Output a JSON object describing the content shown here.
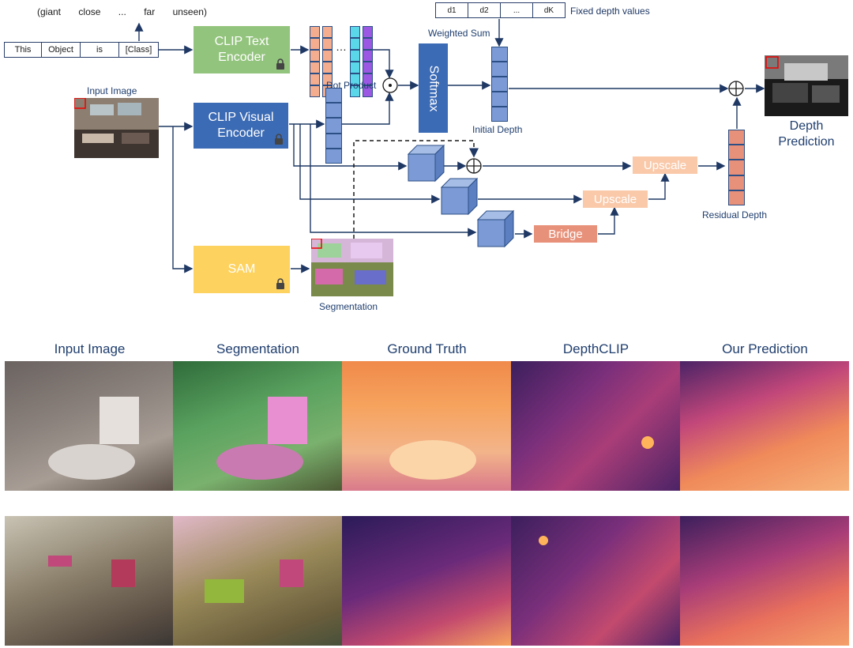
{
  "tokens": [
    "This",
    "Object",
    "is",
    "[Class]"
  ],
  "classes": [
    "(giant",
    "close",
    "...",
    "far",
    "unseen)"
  ],
  "depth_values": [
    "d1",
    "d2",
    "...",
    "dK"
  ],
  "depth_values_label": "Fixed depth values",
  "boxes": {
    "clip_text": "CLIP Text Encoder",
    "clip_visual": "CLIP Visual Encoder",
    "sam": "SAM",
    "softmax": "Softmax",
    "upscale1": "Upscale",
    "upscale2": "Upscale",
    "bridge": "Bridge"
  },
  "labels": {
    "input_image": "Input Image",
    "dot_product": "Dot Product",
    "weighted_sum": "Weighted Sum",
    "initial_depth": "Initial Depth",
    "residual_depth": "Residual Depth",
    "depth_prediction": "Depth Prediction",
    "segmentation": "Segmentation"
  },
  "columns": [
    "Input Image",
    "Segmentation",
    "Ground Truth",
    "DepthCLIP",
    "Our Prediction"
  ],
  "colors": {
    "text_encoder": "#93c47d",
    "visual_encoder": "#3c6bb5",
    "sam": "#fdd25f",
    "softmax": "#3c6bb5",
    "upscale": "#f9c9aa",
    "bridge": "#e8917a",
    "arrow": "#1f3864"
  }
}
